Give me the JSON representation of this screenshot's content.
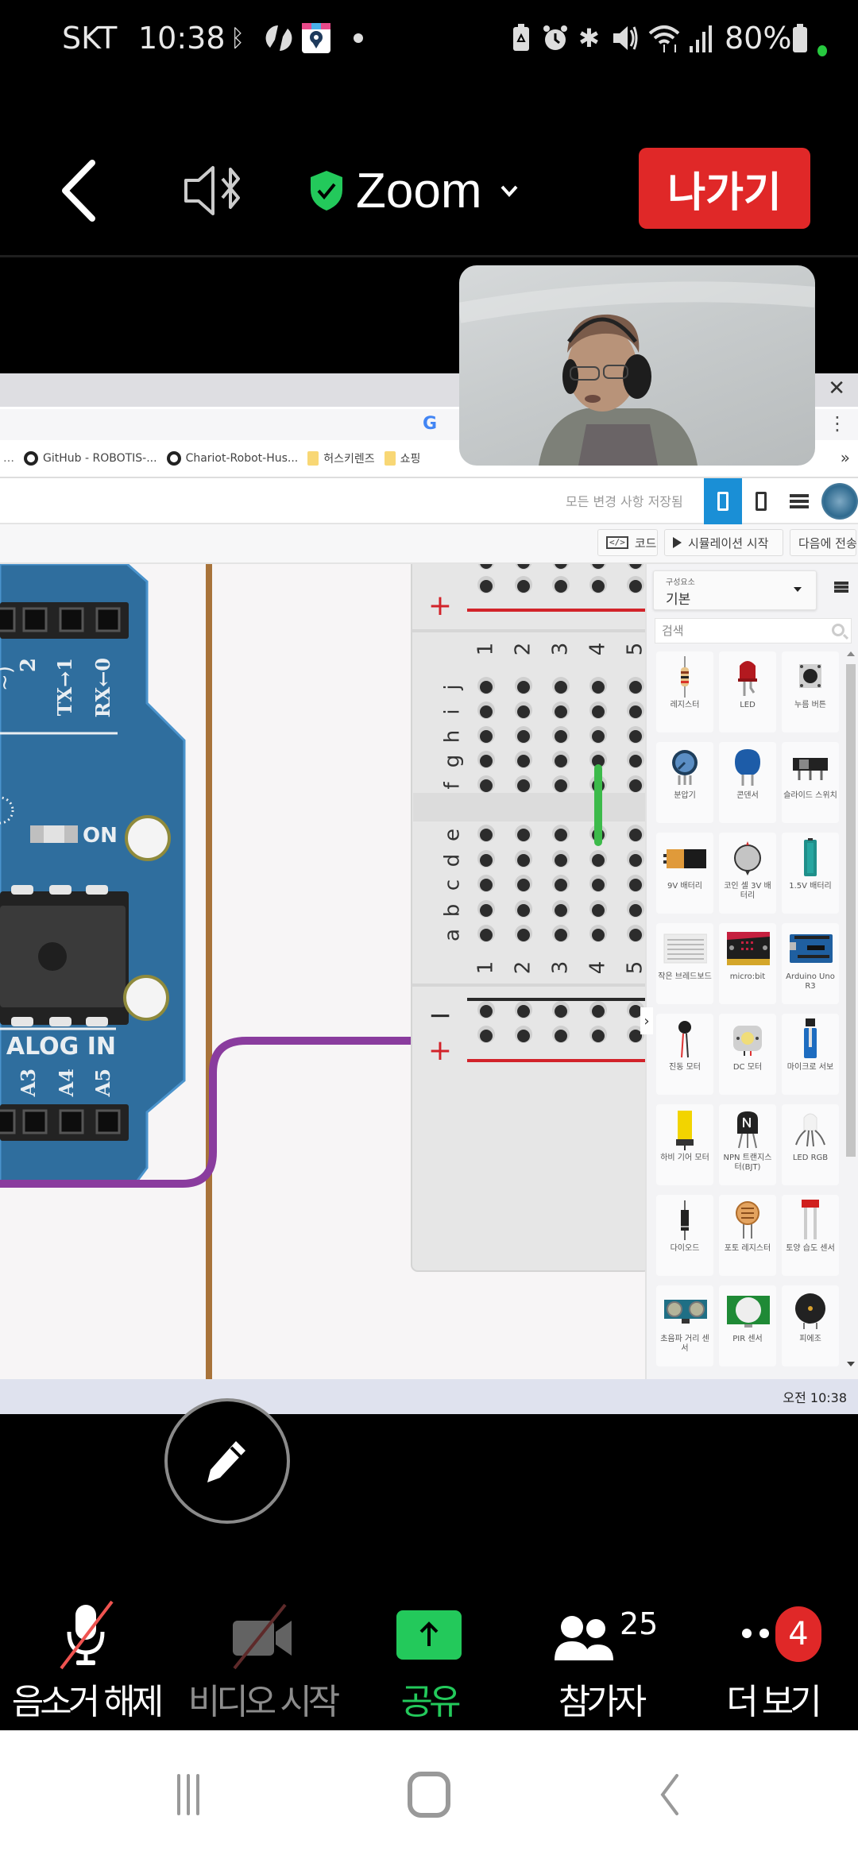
{
  "status_bar": {
    "carrier": "SKT",
    "time": "10:38",
    "battery_percent": "80%",
    "left_icons": [
      "bluetooth-icon",
      "sync-icon",
      "map-app-icon",
      "dot-icon"
    ],
    "right_icons": [
      "recycle-battery-icon",
      "alarm-icon",
      "bluetooth-icon",
      "mute-icon",
      "wifi-icon",
      "signal-icon",
      "battery-icon"
    ]
  },
  "zoom_header": {
    "meeting_title": "Zoom",
    "leave_label": "나가기",
    "colors": {
      "leave": "#e02828",
      "shield": "#23c95b"
    }
  },
  "shared_screen": {
    "bookmarks": [
      {
        "icon": "github-icon",
        "label": "GitHub - ROBOTIS-..."
      },
      {
        "icon": "github-icon",
        "label": "Chariot-Robot-Hus..."
      },
      {
        "icon": "folder-icon",
        "label": "허스키렌즈"
      },
      {
        "icon": "folder-icon",
        "label": "쇼핑"
      }
    ],
    "bookmarks_more": "»",
    "saved_status": "모든 변경 사항 저장됨",
    "toolbar": {
      "code_icon": "</>",
      "code_label": "코드",
      "simulate_label": "시뮬레이션 시작",
      "send_label": "다음에 전송"
    },
    "canvas": {
      "arduino_labels": {
        "digital_pins": [
          "2",
          "TX→1",
          "RX←0"
        ],
        "digital_group": "~)",
        "power_switch": "ON",
        "analog_header": "ALOG IN",
        "analog_pins": [
          "A3",
          "A4",
          "A5"
        ]
      },
      "breadboard": {
        "upper_rows": [
          "j",
          "i",
          "h",
          "g",
          "f"
        ],
        "lower_rows": [
          "e",
          "d",
          "c",
          "b",
          "a"
        ],
        "columns": [
          "1",
          "2",
          "3",
          "4",
          "5"
        ],
        "plus_symbol": "+",
        "minus_symbol": "−"
      },
      "wire_colors": {
        "green": "#3cba4a",
        "purple": "#8a3c9e",
        "brown": "#a8733a"
      }
    },
    "components_panel": {
      "category_label": "구성요소",
      "category_value": "기본",
      "search_placeholder": "검색",
      "items": [
        {
          "label": "레지스터",
          "icon": "resistor-icon"
        },
        {
          "label": "LED",
          "icon": "led-icon"
        },
        {
          "label": "누름 버튼",
          "icon": "pushbutton-icon"
        },
        {
          "label": "분압기",
          "icon": "potentiometer-icon"
        },
        {
          "label": "콘덴서",
          "icon": "capacitor-icon"
        },
        {
          "label": "슬라이드 스위치",
          "icon": "slide-switch-icon"
        },
        {
          "label": "9V 배터리",
          "icon": "battery-9v-icon"
        },
        {
          "label": "코인 셀 3V 배터리",
          "icon": "coin-cell-icon"
        },
        {
          "label": "1.5V 배터리",
          "icon": "battery-aa-icon"
        },
        {
          "label": "작은 브레드보드",
          "icon": "breadboard-icon"
        },
        {
          "label": "micro:bit",
          "icon": "microbit-icon"
        },
        {
          "label": "Arduino Uno R3",
          "icon": "arduino-icon"
        },
        {
          "label": "진동 모터",
          "icon": "vibration-motor-icon"
        },
        {
          "label": "DC 모터",
          "icon": "dc-motor-icon"
        },
        {
          "label": "마이크로 서보",
          "icon": "micro-servo-icon"
        },
        {
          "label": "하비 기어 모터",
          "icon": "gear-motor-icon"
        },
        {
          "label": "NPN 트랜지스터(BJT)",
          "icon": "transistor-icon"
        },
        {
          "label": "LED RGB",
          "icon": "rgb-led-icon"
        },
        {
          "label": "다이오드",
          "icon": "diode-icon"
        },
        {
          "label": "포토 레지스터",
          "icon": "photoresistor-icon"
        },
        {
          "label": "토양 습도 센서",
          "icon": "soil-sensor-icon"
        },
        {
          "label": "초음파 거리 센서",
          "icon": "ultrasonic-icon"
        },
        {
          "label": "PIR 센서",
          "icon": "pir-icon"
        },
        {
          "label": "피에조",
          "icon": "piezo-icon"
        }
      ]
    },
    "taskbar_clock": "오전 10:38"
  },
  "bottom_toolbar": {
    "items": [
      {
        "label": "음소거 해제",
        "icon": "mic-muted-icon"
      },
      {
        "label": "비디오 시작",
        "icon": "video-off-icon"
      },
      {
        "label": "공유",
        "icon": "share-icon"
      },
      {
        "label": "참가자",
        "icon": "participants-icon",
        "count": "25"
      },
      {
        "label": "더 보기",
        "icon": "more-icon",
        "badge": "4"
      }
    ]
  }
}
